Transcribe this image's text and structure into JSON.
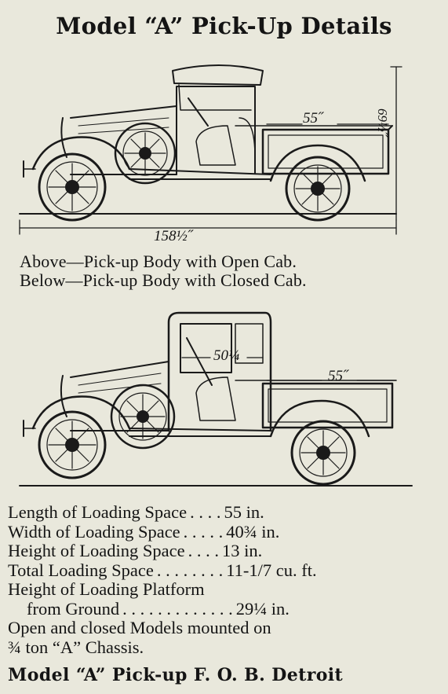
{
  "title": "Model “A” Pick-Up Details",
  "captions": {
    "above": "Above—Pick-up Body with Open Cab.",
    "below": "Below—Pick-up Body with Closed Cab."
  },
  "dimensions": {
    "top_body_length": "55˝",
    "top_height": "69½˝",
    "top_overall_length": "158½˝",
    "bottom_cab_width": "50¼",
    "bottom_body_length": "55˝"
  },
  "specs": [
    {
      "label": "Length of Loading Space",
      "dots": ". . . .",
      "value": "55 in."
    },
    {
      "label": "Width of Loading Space",
      "dots": ". . . . .",
      "value": "40¾  in."
    },
    {
      "label": "Height of Loading Space",
      "dots": ". . . .",
      "value": "13 in."
    },
    {
      "label": "Total Loading Space",
      "dots": ". . . . . . . .",
      "value": "11-1/7 cu. ft."
    },
    {
      "label": "Height of Loading Platform",
      "dots": "",
      "value": ""
    },
    {
      "label": "from Ground",
      "dots": ". . . . . . . . . . . . .",
      "value": "29¼ in."
    }
  ],
  "note_line1": "Open and closed Models mounted on",
  "note_line2": "¾ ton “A” Chassis.",
  "footer": "Model “A” Pick-up F. O. B. Detroit"
}
